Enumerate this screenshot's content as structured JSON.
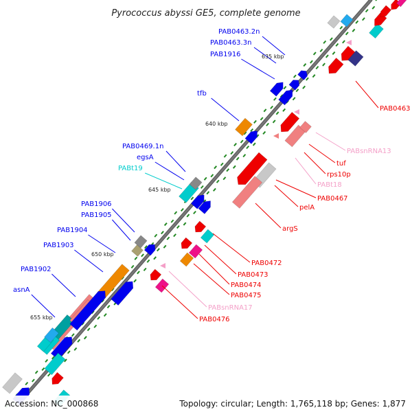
{
  "title": "Pyrococcus abyssi GE5, complete genome",
  "footer": {
    "accession": "Accession: NC_000868",
    "topology": "Topology: circular; Length: 1,765,118 bp; Genes: 1,877"
  },
  "colors": {
    "red": "#ee0000",
    "pink": "#f08080",
    "blue": "#0000ee",
    "orange": "#ee8800",
    "cyan": "#00cccc",
    "darkCyan": "#00a0a0",
    "gray": "#888888",
    "lightGray": "#c8c8c8",
    "khaki": "#aaa070",
    "navy": "#333388",
    "magenta": "#ee1188",
    "lightPink": "#f4a0c8",
    "skyBlue": "#22aaee",
    "tick": "#228822",
    "backbone": "#777777"
  },
  "kbp_markers": [
    "635 kbp",
    "640 kbp",
    "645 kbp",
    "650 kbp",
    "655 kbp"
  ],
  "left_labels": [
    {
      "text": "PAB0463.2n",
      "color": "blue"
    },
    {
      "text": "PAB0463.3n",
      "color": "blue"
    },
    {
      "text": "PAB1916",
      "color": "blue"
    },
    {
      "text": "tfb",
      "color": "blue"
    },
    {
      "text": "PAB0469.1n",
      "color": "blue"
    },
    {
      "text": "egsA",
      "color": "blue"
    },
    {
      "text": "PABt19",
      "color": "cyan"
    },
    {
      "text": "PAB1906",
      "color": "blue"
    },
    {
      "text": "PAB1905",
      "color": "blue"
    },
    {
      "text": "PAB1904",
      "color": "blue"
    },
    {
      "text": "PAB1903",
      "color": "blue"
    },
    {
      "text": "PAB1902",
      "color": "blue"
    },
    {
      "text": "asnA",
      "color": "blue"
    }
  ],
  "right_labels": [
    {
      "text": "PAB0463",
      "color": "red"
    },
    {
      "text": "PABsnRNA13",
      "color": "lightPink"
    },
    {
      "text": "tuf",
      "color": "red"
    },
    {
      "text": "rps10p",
      "color": "red"
    },
    {
      "text": "PABt18",
      "color": "lightPink"
    },
    {
      "text": "PAB0467",
      "color": "red"
    },
    {
      "text": "pelA",
      "color": "red"
    },
    {
      "text": "argS",
      "color": "red"
    },
    {
      "text": "PAB0472",
      "color": "red"
    },
    {
      "text": "PAB0473",
      "color": "red"
    },
    {
      "text": "PAB0474",
      "color": "red"
    },
    {
      "text": "PAB0475",
      "color": "red"
    },
    {
      "text": "PABsnRNA17",
      "color": "lightPink"
    },
    {
      "text": "PAB0476",
      "color": "red"
    }
  ]
}
